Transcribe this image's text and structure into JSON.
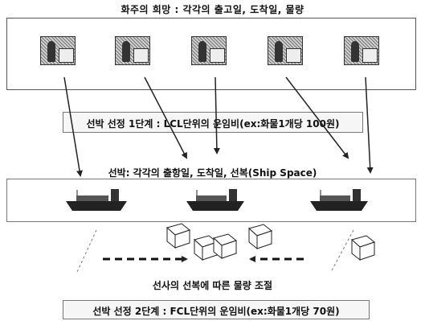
{
  "header": {
    "title": "화주의 희망 : 각각의 출고일, 도착일, 물량"
  },
  "shipper_icons": [
    {
      "icon": "shipper-cargo-photo"
    },
    {
      "icon": "shipper-cargo-photo"
    },
    {
      "icon": "shipper-cargo-photo"
    },
    {
      "icon": "shipper-cargo-photo"
    },
    {
      "icon": "shipper-cargo-photo"
    }
  ],
  "stage1": {
    "label": "선박 선정 1단계 : LCL단위의 운임비(ex:화물1개당 100원)"
  },
  "carrier": {
    "title": "선박: 각각의 출항일, 도착일, 선복(Ship Space)"
  },
  "ships": [
    {
      "icon": "container-ship-icon"
    },
    {
      "icon": "container-ship-icon"
    },
    {
      "icon": "container-ship-icon"
    }
  ],
  "adjustment": {
    "label": "선사의 선복에 따른 물량 조절"
  },
  "stage2": {
    "label": "선박 선정 2단계 : FCL단위의 운임비(ex:화물1개당 70원)"
  },
  "colors": {
    "line": "#222222",
    "box_border": "#555555",
    "stage_fill": "#f6f6f6"
  }
}
